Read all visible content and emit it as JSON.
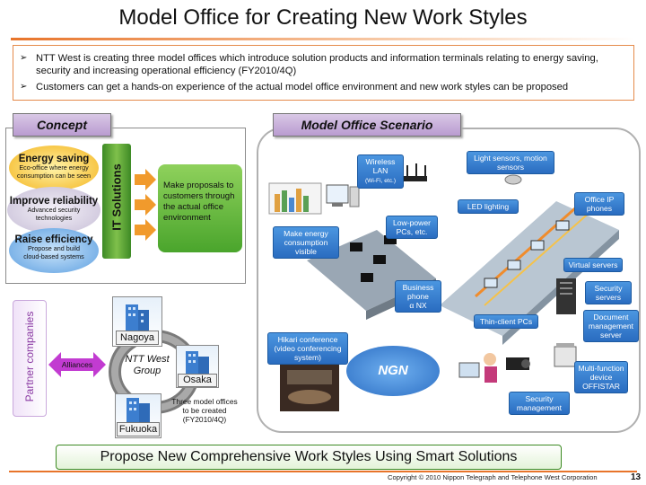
{
  "title": "Model Office for Creating New Work Styles",
  "intro": {
    "bullets": [
      "NTT West is creating three model offices which introduce solution products and information terminals relating to energy saving, security and increasing operational efficiency (FY2010/4Q)",
      "Customers can get a hands-on experience of the actual model office environment and new work styles can be proposed"
    ]
  },
  "concept": {
    "tab_label": "Concept",
    "items": [
      {
        "title": "Energy saving",
        "sub": "Eco-office where energy consumption can be seen"
      },
      {
        "title": "Improve reliability",
        "sub": "Advanced security technologies"
      },
      {
        "title": "Raise efficiency",
        "sub": "Propose and build cloud-based systems"
      }
    ],
    "it_solutions": "IT Solutions",
    "proposal": "Make proposals to customers through the actual office environment"
  },
  "scenario": {
    "tab_label": "Model Office Scenario",
    "callouts": {
      "wireless_lan": "Wireless LAN",
      "wireless_lan_sub": "(Wi-Fi, etc.)",
      "light_sensors": "Light sensors, motion sensors",
      "led_lighting": "LED lighting",
      "office_ip": "Office IP phones",
      "low_power": "Low-power PCs, etc.",
      "energy_visible": "Make energy consumption visible",
      "virtual_servers": "Virtual servers",
      "security_servers": "Security servers",
      "business_phone": "Business phone",
      "business_phone_model": "α NX",
      "thin_client": "Thin-client PCs",
      "document_server": "Document management server",
      "hikari": "Hikari conference (video conferencing system)",
      "multifunction": "Multi-function device OFFISTAR",
      "security_mgmt": "Security management"
    },
    "ngn": "NGN"
  },
  "partners": {
    "label": "Partner companies",
    "alliances": "Alliances",
    "group": "NTT West Group",
    "cities": [
      "Nagoya",
      "Osaka",
      "Fukuoka"
    ],
    "note": "Three model offices to be created (FY2010/4Q)"
  },
  "footer": {
    "banner": "Propose New Comprehensive Work Styles Using Smart Solutions",
    "copyright": "Copyright © 2010 Nippon Telegraph and Telephone West Corporation",
    "page": "13"
  },
  "colors": {
    "accent": "#e8742a",
    "callout_blue": "#2f77cc",
    "green": "#4aa52c",
    "tab_purple": "#c7b0dc"
  }
}
